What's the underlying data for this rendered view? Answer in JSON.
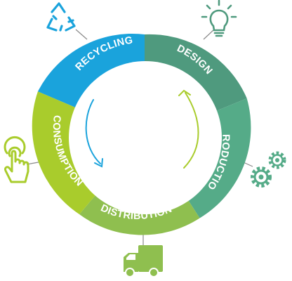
{
  "cycle": {
    "segments": [
      {
        "id": "recycling",
        "label": "RECYCLING",
        "color": "#1aa3dc",
        "icon": "recycle-icon"
      },
      {
        "id": "design",
        "label": "DESIGN",
        "color": "#4f9a7e",
        "icon": "lightbulb-icon"
      },
      {
        "id": "production",
        "label": "PRODUCTION",
        "color": "#55ab88",
        "icon": "gears-icon"
      },
      {
        "id": "distribution",
        "label": "DISTRIBUTION",
        "color": "#8fbf4f",
        "icon": "delivery-truck-icon"
      },
      {
        "id": "consumption",
        "label": "CONSUMPTION",
        "color": "#a9cc2c",
        "icon": "pointing-hand-icon"
      }
    ],
    "inner_arrows": [
      {
        "name": "left-arrow",
        "color": "#1aa3dc"
      },
      {
        "name": "right-arrow",
        "color": "#a9cc2c"
      }
    ]
  }
}
